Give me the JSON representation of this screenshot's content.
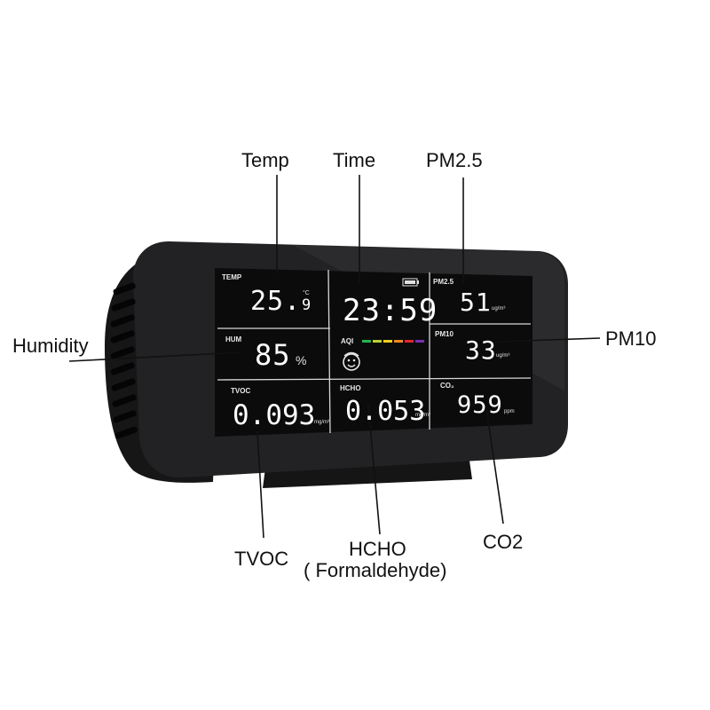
{
  "labels": {
    "temp": "Temp",
    "time": "Time",
    "pm25": "PM2.5",
    "humidity": "Humidity",
    "pm10": "PM10",
    "tvoc": "TVOC",
    "hcho_line1": "HCHO",
    "hcho_line2": "( Formaldehyde)",
    "co2": "CO2"
  },
  "screen": {
    "temp": {
      "label": "TEMP",
      "value": "25.",
      "decimal": "9",
      "unit": "°C"
    },
    "time": {
      "value": "23:59"
    },
    "pm25": {
      "label": "PM2.5",
      "value": "51",
      "unit": "ug/m³"
    },
    "humidity": {
      "label": "HUM",
      "value": "85",
      "unit": "%"
    },
    "aqi": {
      "label": "AQI"
    },
    "pm10": {
      "label": "PM10",
      "value": "33",
      "unit": "ug/m³"
    },
    "tvoc": {
      "label": "TVOC",
      "value": "0.093",
      "unit": "mg/m³"
    },
    "hcho": {
      "label": "HCHO",
      "value": "0.053",
      "unit": "mg/m³"
    },
    "co2": {
      "label": "CO₂",
      "value": "959",
      "unit": "ppm"
    }
  },
  "colors": {
    "background": "#ffffff",
    "device_body": "#1c1c1e",
    "screen": "#0b0b0c",
    "digits": "#ffffff",
    "aqi_scale": [
      "#1fb84a",
      "#b6d334",
      "#f3d020",
      "#f08a1d",
      "#e2262d",
      "#7b2fb5"
    ]
  },
  "icons": [
    "face-icon",
    "battery-icon"
  ]
}
